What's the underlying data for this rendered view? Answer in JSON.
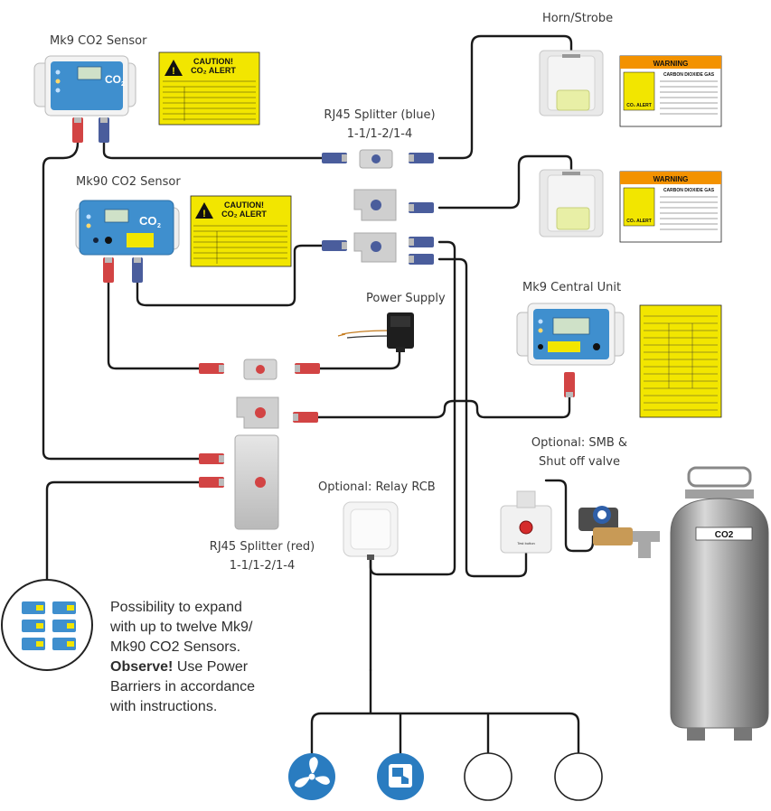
{
  "labels": {
    "mk9_sensor": "Mk9 CO2 Sensor",
    "mk90_sensor": "Mk90 CO2 Sensor",
    "horn_strobe": "Horn/Strobe",
    "splitter_blue_line1": "RJ45 Splitter (blue)",
    "splitter_blue_line2": "1-1/1-2/1-4",
    "power_supply": "Power Supply",
    "central_unit": "Mk9 Central Unit",
    "smb_line1": "Optional: SMB &",
    "smb_line2": "Shut off valve",
    "relay": "Optional: Relay RCB",
    "splitter_red_line1": "RJ45 Splitter (red)",
    "splitter_red_line2": "1-1/1-2/1-4"
  },
  "note": {
    "line1": "Possibility to expand",
    "line2": "with up to twelve Mk9/",
    "line3": "Mk90 CO2 Sensors.",
    "bold": "Observe!",
    "line4_rest": " Use Power",
    "line5": "Barriers in accordance",
    "line6": "with instructions."
  },
  "sensor_text": {
    "co2": "CO",
    "co2_sub": "2"
  },
  "caution_sign": {
    "title1": "CAUTION!",
    "title2": "CO₂ ALERT"
  },
  "warning_sign": {
    "title": "WARNING",
    "subtitle": "CARBON DIOXIDE GAS",
    "alert": "CO₂ ALERT"
  },
  "cylinder_label": "CO2",
  "smb_button": "Test button",
  "colors": {
    "wire": "#1a1a1a",
    "blue_plug": "#4a5d9c",
    "red_plug": "#d24444",
    "sensor_blue": "#3f8fce",
    "sign_yellow": "#f2e600",
    "sign_orange": "#f39200",
    "device_grey": "#d8d8d8",
    "cylinder_grey": "#9a9a9a",
    "fan_blue": "#2a7cc0"
  },
  "icons": {
    "fan": "fan-icon",
    "push_button": "push-button-icon"
  }
}
